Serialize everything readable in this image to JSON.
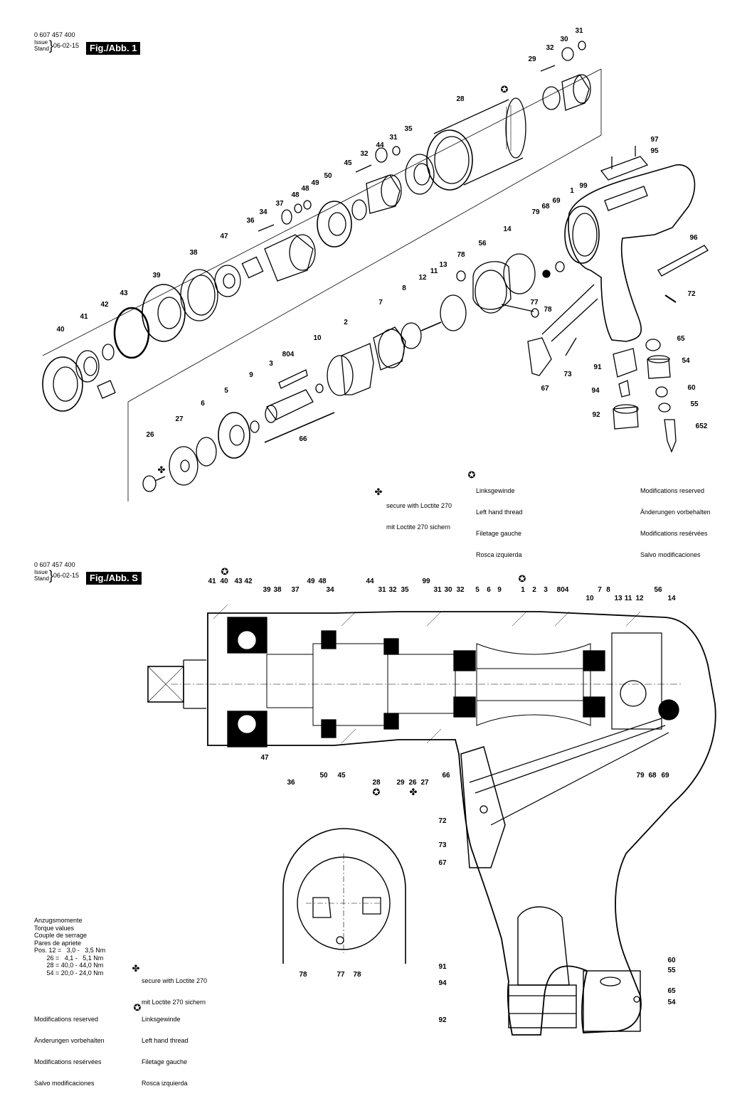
{
  "figure1": {
    "part_number": "0 607 457 400",
    "issue_label_1": "Issue",
    "issue_label_2": "Stand",
    "date": "06-02-15",
    "title": "Fig./Abb. 1",
    "left_thread_notes": [
      "Linksgewinde",
      "Left hand thread",
      "Filetage gauche",
      "Rosca izquierda"
    ],
    "loctite_notes": [
      "secure with Loctite 270",
      "mit Loctite 270 sichern"
    ],
    "modification_notes": [
      "Modifications reserved",
      "Änderungen vorbehalten",
      "Modifications resérvées",
      "Salvo modificaciones"
    ],
    "labels": [
      "31",
      "30",
      "32",
      "29",
      "28",
      "97",
      "95",
      "35",
      "31",
      "44",
      "32",
      "45",
      "50",
      "49",
      "48",
      "48",
      "37",
      "34",
      "36",
      "47",
      "38",
      "39",
      "43",
      "42",
      "41",
      "40",
      "1",
      "99",
      "69",
      "68",
      "79",
      "14",
      "56",
      "96",
      "78",
      "13",
      "11",
      "12",
      "8",
      "7",
      "77",
      "78",
      "72",
      "2",
      "10",
      "804",
      "3",
      "9",
      "5",
      "6",
      "27",
      "26",
      "66",
      "65",
      "67",
      "73",
      "91",
      "54",
      "94",
      "60",
      "55",
      "92",
      "652"
    ]
  },
  "figureS": {
    "part_number": "0 607 457 400",
    "issue_label_1": "Issue",
    "issue_label_2": "Stand",
    "date": "06-02-15",
    "title": "Fig./Abb. S",
    "torque": {
      "heading": [
        "Anzugsmomente",
        "Torque values",
        "Couple de serrage",
        "Pares de apriete"
      ],
      "rows": [
        "Pos. 12 =   3,0 -   3,5 Nm",
        "       26 =   4,1 -   5,1 Nm",
        "       28 = 40,0 - 44,0 Nm",
        "       54 = 20,0 - 24,0 Nm"
      ]
    },
    "loctite_notes": [
      "secure with Loctite 270",
      "mit Loctite 270 sichern"
    ],
    "modification_notes": [
      "Modifications reserved",
      "Änderungen vorbehalten",
      "Modifications resérvées",
      "Salvo modificaciones"
    ],
    "left_thread_notes": [
      "Linksgewinde",
      "Left hand thread",
      "Filetage gauche",
      "Rosca izquierda"
    ],
    "top_labels": [
      "41",
      "40",
      "43",
      "42",
      "39",
      "38",
      "37",
      "49",
      "48",
      "34",
      "44",
      "31",
      "32",
      "35",
      "99",
      "31",
      "30",
      "32",
      "5",
      "6",
      "9",
      "1",
      "2",
      "3",
      "804",
      "7",
      "8",
      "10",
      "13",
      "11",
      "12",
      "56",
      "14"
    ],
    "bottom_labels": [
      "47",
      "36",
      "50",
      "45",
      "28",
      "29",
      "26",
      "27",
      "66",
      "79",
      "68",
      "69",
      "72",
      "73",
      "67",
      "78",
      "77",
      "78",
      "91",
      "94",
      "92",
      "60",
      "55",
      "65",
      "54"
    ]
  },
  "symbols": {
    "left_thread": "✪",
    "loctite": "✤"
  }
}
